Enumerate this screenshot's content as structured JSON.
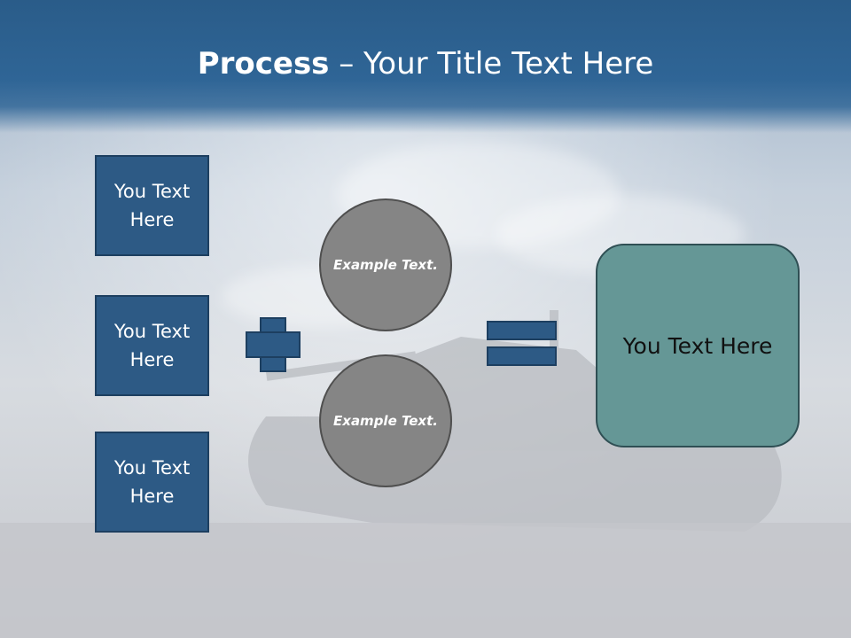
{
  "title": {
    "bold": "Process",
    "rest": " – Your Title Text Here"
  },
  "left_boxes": [
    {
      "label": "You Text Here"
    },
    {
      "label": "You Text Here"
    },
    {
      "label": "You Text Here"
    }
  ],
  "circles": [
    {
      "label": "Example Text."
    },
    {
      "label": "Example Text."
    }
  ],
  "result": {
    "label": "You Text Here"
  },
  "colors": {
    "header": "#2f6596",
    "box_fill": "#2d5a85",
    "circle_fill": "#858585",
    "result_fill": "#659796"
  }
}
